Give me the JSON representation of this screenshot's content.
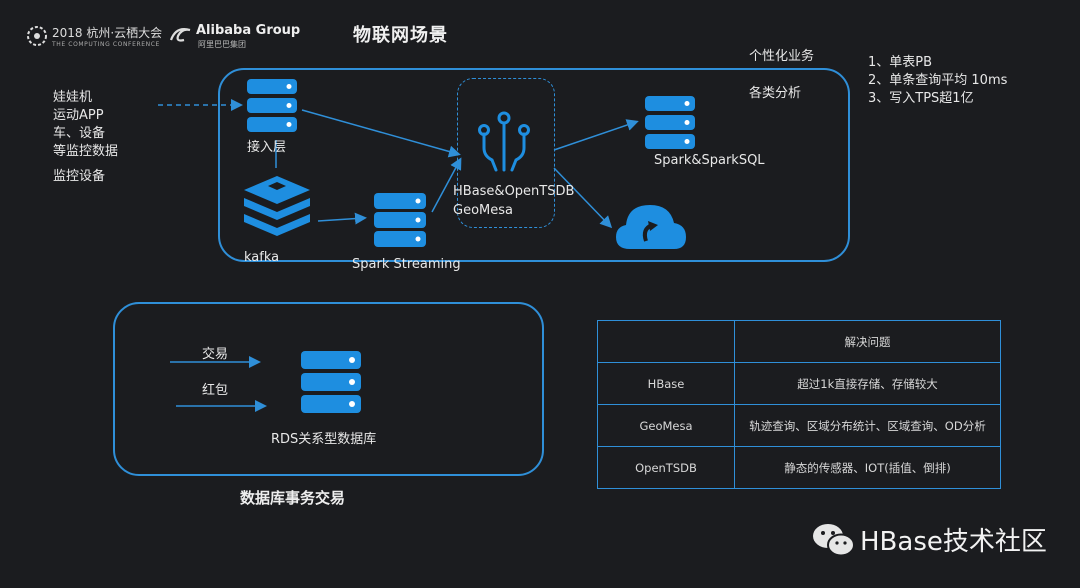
{
  "header": {
    "conf_title": "2018 杭州·云栖大会",
    "conf_sub": "THE COMPUTING CONFERENCE",
    "alibaba_name": "Alibaba Group",
    "alibaba_cn": "阿里巴巴集团",
    "page_title": "物联网场景"
  },
  "iot": {
    "sources": [
      "娃娃机",
      "运动APP",
      "车、设备",
      "等监控数据"
    ],
    "monitor": "监控设备",
    "access_layer": "接入层",
    "kafka": "kafka",
    "spark_streaming": "Spark Streaming",
    "hbase_line1": "HBase&OpenTSDB",
    "hbase_line2": "GeoMesa",
    "spark_sql": "Spark&SparkSQL",
    "personal_business": "个性化业务",
    "analysis": "各类分析"
  },
  "notes": [
    "1、单表PB",
    "2、单条查询平均 10ms",
    "3、写入TPS超1亿"
  ],
  "rds": {
    "trade": "交易",
    "redpacket": "红包",
    "rds_label": "RDS关系型数据库",
    "section_title": "数据库事务交易"
  },
  "table": {
    "header": [
      "",
      "解决问题"
    ],
    "rows": [
      [
        "HBase",
        "超过1k直接存储、存储较大"
      ],
      [
        "GeoMesa",
        "轨迹查询、区域分布统计、区域查询、OD分析"
      ],
      [
        "OpenTSDB",
        "静态的传感器、IOT(插值、倒排)"
      ]
    ]
  },
  "footer": {
    "brand": "HBase技术社区"
  },
  "colors": {
    "accent": "#2f8fd8",
    "server": "#1e8ee0",
    "background": "#1b1c1f"
  }
}
